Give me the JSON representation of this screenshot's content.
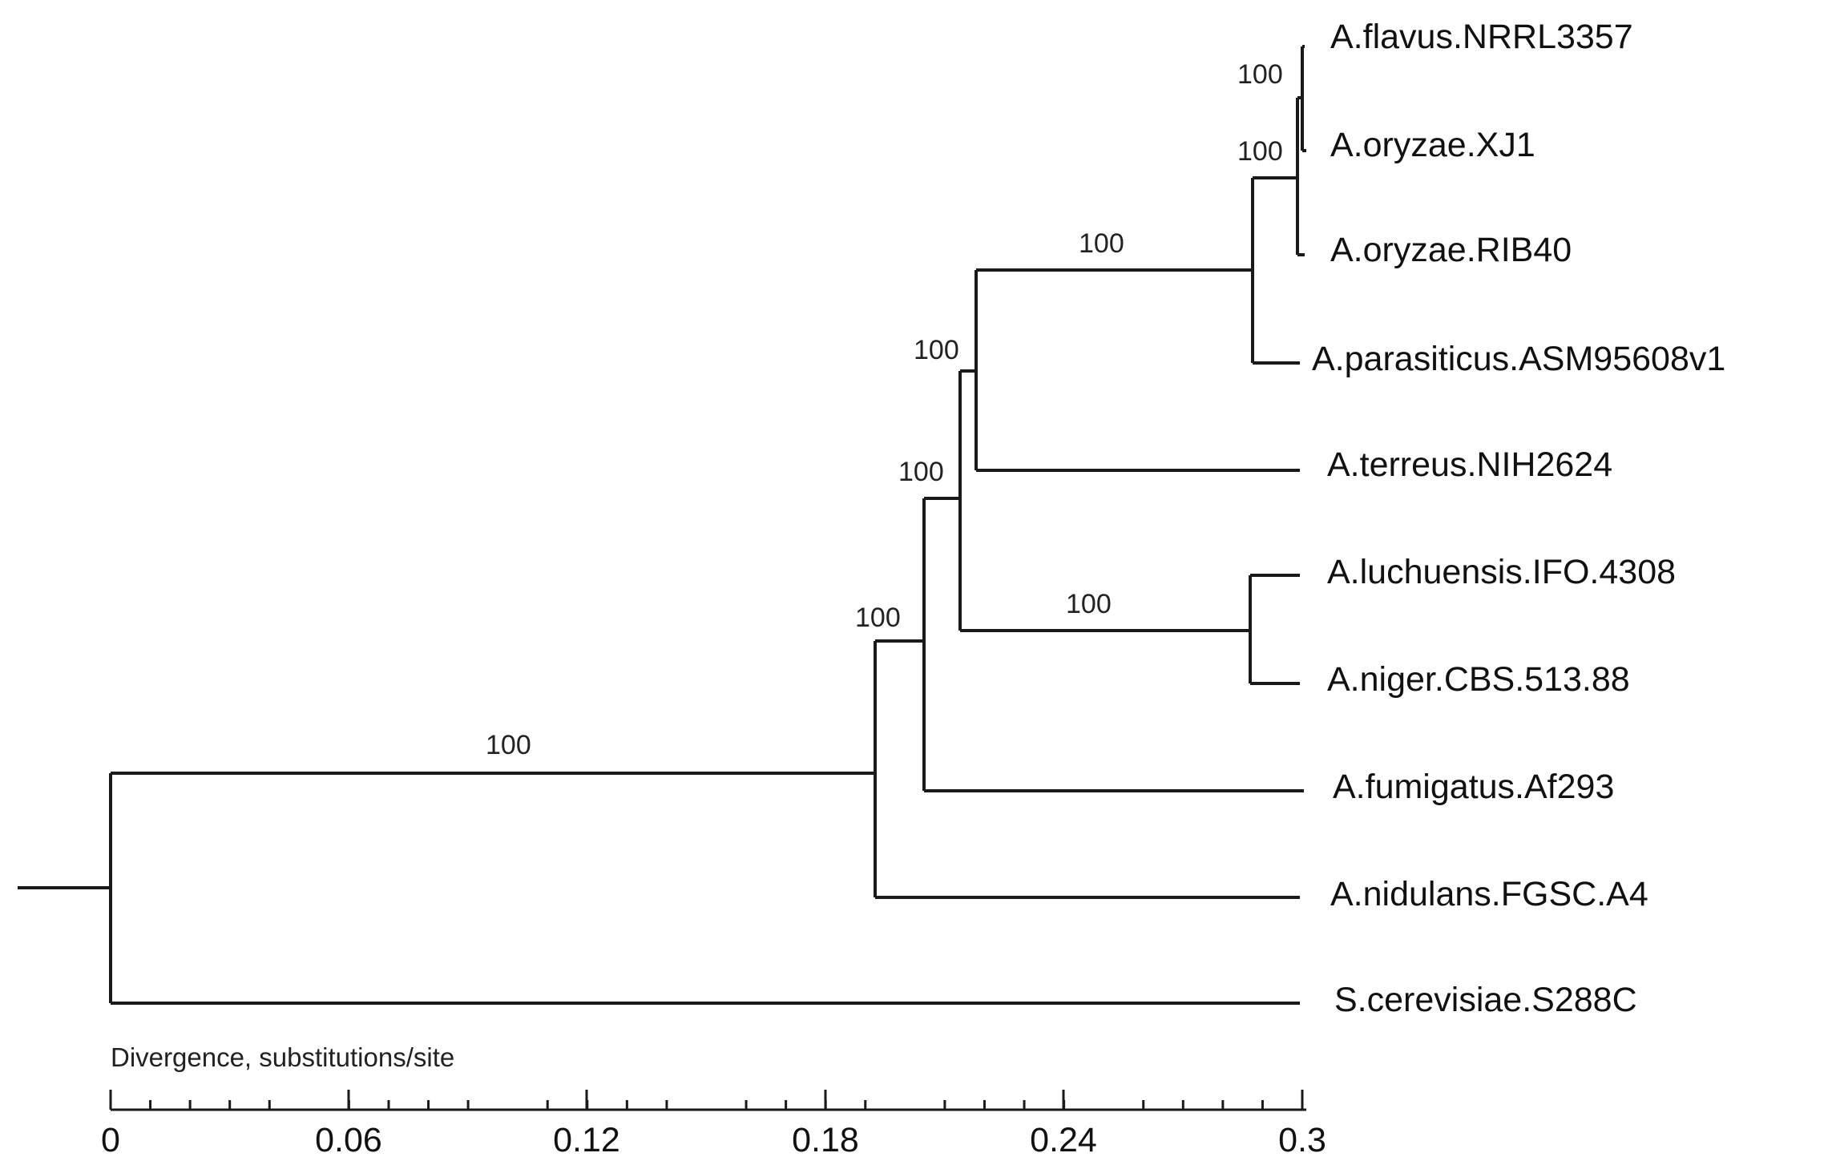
{
  "tree": {
    "leaves": [
      {
        "id": "flavus",
        "label": "A.flavus.NRRL3357"
      },
      {
        "id": "xj1",
        "label": "A.oryzae.XJ1"
      },
      {
        "id": "rib40",
        "label": "A.oryzae.RIB40"
      },
      {
        "id": "paras",
        "label": "A.parasiticus.ASM95608v1"
      },
      {
        "id": "terreus",
        "label": "A.terreus.NIH2624"
      },
      {
        "id": "luch",
        "label": "A.luchuensis.IFO.4308"
      },
      {
        "id": "niger",
        "label": "A.niger.CBS.513.88"
      },
      {
        "id": "fumi",
        "label": "A.fumigatus.Af293"
      },
      {
        "id": "nidulans",
        "label": "A.nidulans.FGSC.A4"
      },
      {
        "id": "scer",
        "label": "S.cerevisiae.S288C"
      }
    ],
    "support_values": [
      {
        "node": "flavus_xj1",
        "value": "100"
      },
      {
        "node": "oryzae_clade",
        "value": "100"
      },
      {
        "node": "section_flavi",
        "value": "100"
      },
      {
        "node": "flavi_terreus",
        "value": "100"
      },
      {
        "node": "nigri",
        "value": "100"
      },
      {
        "node": "core_clade",
        "value": "100"
      },
      {
        "node": "fumi_clade",
        "value": "100"
      },
      {
        "node": "aspergillus",
        "value": "100"
      }
    ]
  },
  "scale": {
    "title": "Divergence, substitutions/site",
    "tick_labels": [
      "0",
      "0.06",
      "0.12",
      "0.18",
      "0.24",
      "0.3"
    ]
  }
}
